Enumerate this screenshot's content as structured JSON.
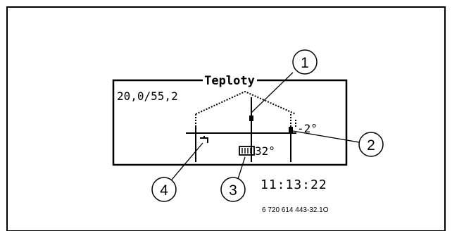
{
  "display": {
    "title": "Teploty",
    "setpoints": "20,0/55,2",
    "outdoor_temp": "-2°",
    "floor_temp": "32°",
    "time": "11:13:22"
  },
  "callouts": [
    {
      "num": "1"
    },
    {
      "num": "2"
    },
    {
      "num": "3"
    },
    {
      "num": "4"
    }
  ],
  "figure_id": "6 720 614 443-32.1O"
}
